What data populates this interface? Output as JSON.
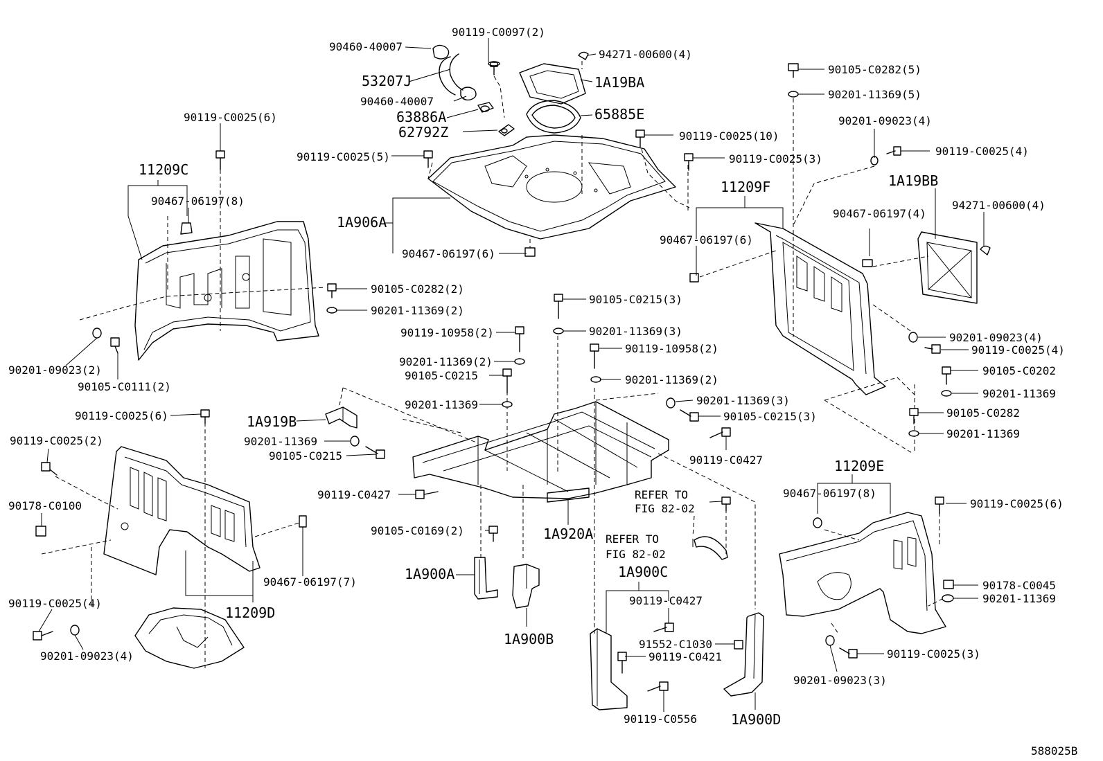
{
  "diagram_id": "588025B",
  "labels": {
    "l01": "90460-40007",
    "l02": "90119-C0097(2)",
    "l03": "94271-00600(4)",
    "l04": "53207J",
    "l05": "1A19BA",
    "l06": "90460-40007",
    "l07": "63886A",
    "l08": "65885E",
    "l09": "62792Z",
    "l10": "90119-C0025(6)",
    "l11": "11209C",
    "l12": "90467-06197(8)",
    "l13": "90119-C0025(5)",
    "l14": "90119-C0025(10)",
    "l15": "90119-C0025(3)",
    "l16": "90105-C0282(5)",
    "l17": "90201-11369(5)",
    "l18": "90201-09023(4)",
    "l19": "90119-C0025(4)",
    "l20": "11209F",
    "l21": "1A19BB",
    "l22": "94271-00600(4)",
    "l23": "90467-06197(4)",
    "l24": "1A906A",
    "l25": "90467-06197(6)",
    "l26": "90467-06197(6)",
    "l27": "90105-C0282(2)",
    "l28": "90201-11369(2)",
    "l29": "90105-C0215(3)",
    "l30": "90201-11369(3)",
    "l31": "90119-10958(2)",
    "l32": "90201-09023(4)",
    "l33": "90119-C0025(4)",
    "l34": "90119-10958(2)",
    "l35": "90201-09023(2)",
    "l36": "90105-C0111(2)",
    "l37": "90201-11369(2)",
    "l38": "90105-C0215",
    "l39": "90201-11369(2)",
    "l40": "90105-C0202",
    "l41": "90201-11369",
    "l42": "90201-11369",
    "l43": "90201-11369(3)",
    "l44": "90105-C0282",
    "l45": "90105-C0215(3)",
    "l46": "90201-11369",
    "l47": "90119-C0025(6)",
    "l48": "1A919B",
    "l49": "90119-C0025(2)",
    "l50": "90201-11369",
    "l51": "90105-C0215",
    "l52": "90119-C0427",
    "l53": "11209E",
    "l54": "90467-06197(8)",
    "l55": "90178-C0100",
    "l56": "90119-C0427",
    "l57": "REFER TO",
    "l58": "FIG 82-02",
    "l59": "90119-C0025(6)",
    "l60": "REFER TO",
    "l61": "FIG 82-02",
    "l62": "90105-C0169(2)",
    "l63": "1A920A",
    "l64": "1A900A",
    "l65": "90467-06197(7)",
    "l66": "1A900C",
    "l67": "11209D",
    "l68": "90119-C0427",
    "l69": "90178-C0045",
    "l70": "90119-C0025(4)",
    "l71": "90201-11369",
    "l72": "1A900B",
    "l73": "91552-C1030",
    "l74": "90119-C0421",
    "l75": "90119-C0025(3)",
    "l76": "90201-09023(4)",
    "l77": "90201-09023(3)",
    "l78": "90119-C0556",
    "l79": "1A900D",
    "l80": "588025B"
  }
}
